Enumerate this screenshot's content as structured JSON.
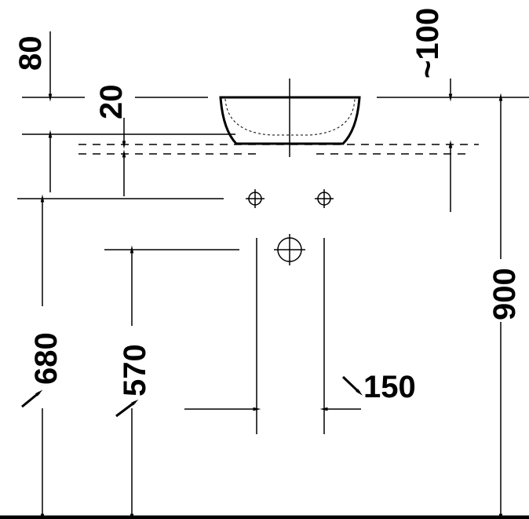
{
  "colors": {
    "line": "#000000",
    "background": "#ffffff"
  },
  "dimensions": {
    "top_offset": "80",
    "counter_offset": "20",
    "right_offset": "~100",
    "total_height": "900",
    "supply_height": "680",
    "drain_height": "570",
    "drain_spacing": "150"
  }
}
